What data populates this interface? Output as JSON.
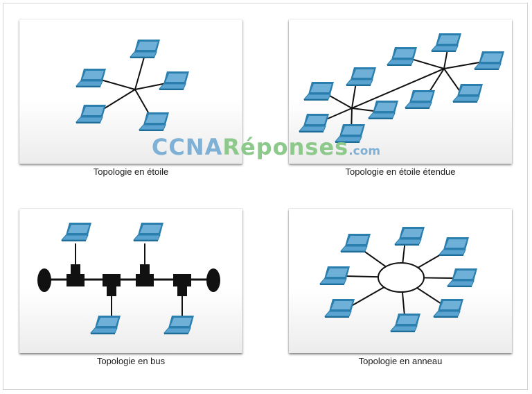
{
  "captions": {
    "star": "Topologie en étoile",
    "extended_star": "Topologie en étoile étendue",
    "bus": "Topologie en bus",
    "ring": "Topologie en anneau"
  },
  "watermark": {
    "part1": "CCNA",
    "part2": "Réponses",
    "part3": ".com"
  },
  "icons": {
    "node": "laptop-icon",
    "connector": "t-connector-icon",
    "terminator": "terminator-icon"
  },
  "colors": {
    "laptop_screen": "#6fb0d8",
    "laptop_body": "#2a7fae",
    "link": "#111111",
    "watermark_blue": "#7fb1d6",
    "watermark_green": "#8cc98a"
  }
}
